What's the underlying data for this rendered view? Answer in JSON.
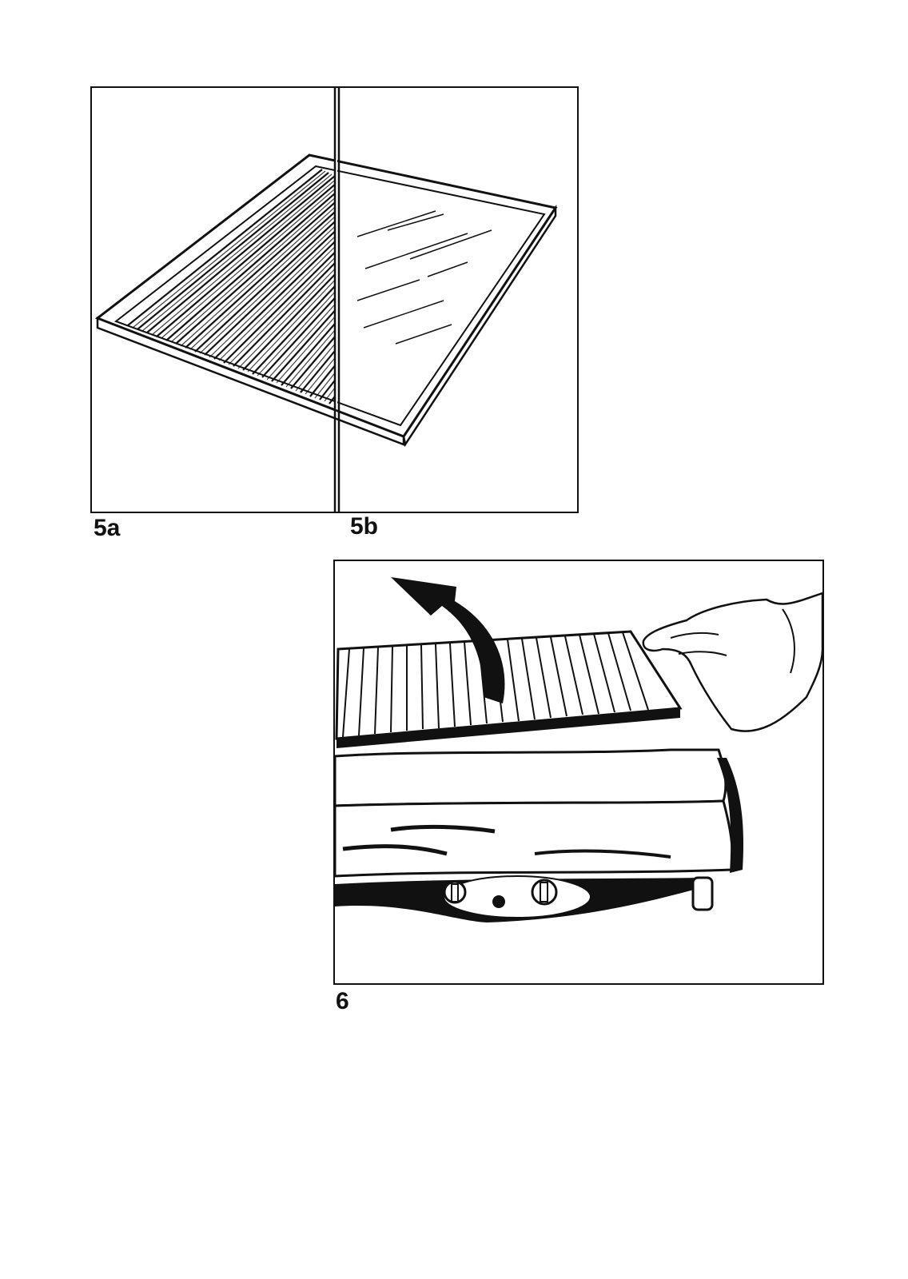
{
  "figures": {
    "fig5": {
      "label_a": "5a",
      "label_b": "5b"
    },
    "fig6": {
      "label": "6"
    }
  },
  "colors": {
    "ink": "#111111",
    "paper": "#ffffff"
  }
}
